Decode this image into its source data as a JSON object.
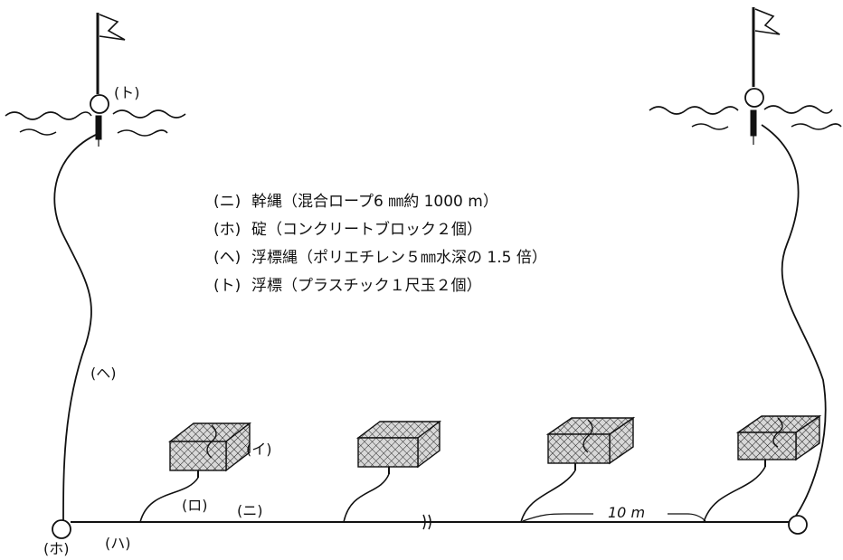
{
  "legend": [
    {
      "key": "(ニ)",
      "text": "幹縄（混合ロープ6 ㎜約 1000 m）"
    },
    {
      "key": "(ホ)",
      "text": "碇（コンクリートブロック２個）"
    },
    {
      "key": "(ヘ)",
      "text": "浮標縄（ポリエチレン５㎜水深の 1.5 倍）"
    },
    {
      "key": "(ト)",
      "text": "浮標（プラスチック１尺玉２個）"
    }
  ],
  "labels": {
    "float": "(ト)",
    "float_line": "(ヘ)",
    "trap": "(イ)",
    "branch_line": "(ロ)",
    "main_line": "(ニ)",
    "connector": "(ハ)",
    "anchor": "(ホ)",
    "spacing": "10 m"
  },
  "colors": {
    "ink": "#111111",
    "water": "#111111",
    "paper": "#ffffff"
  }
}
